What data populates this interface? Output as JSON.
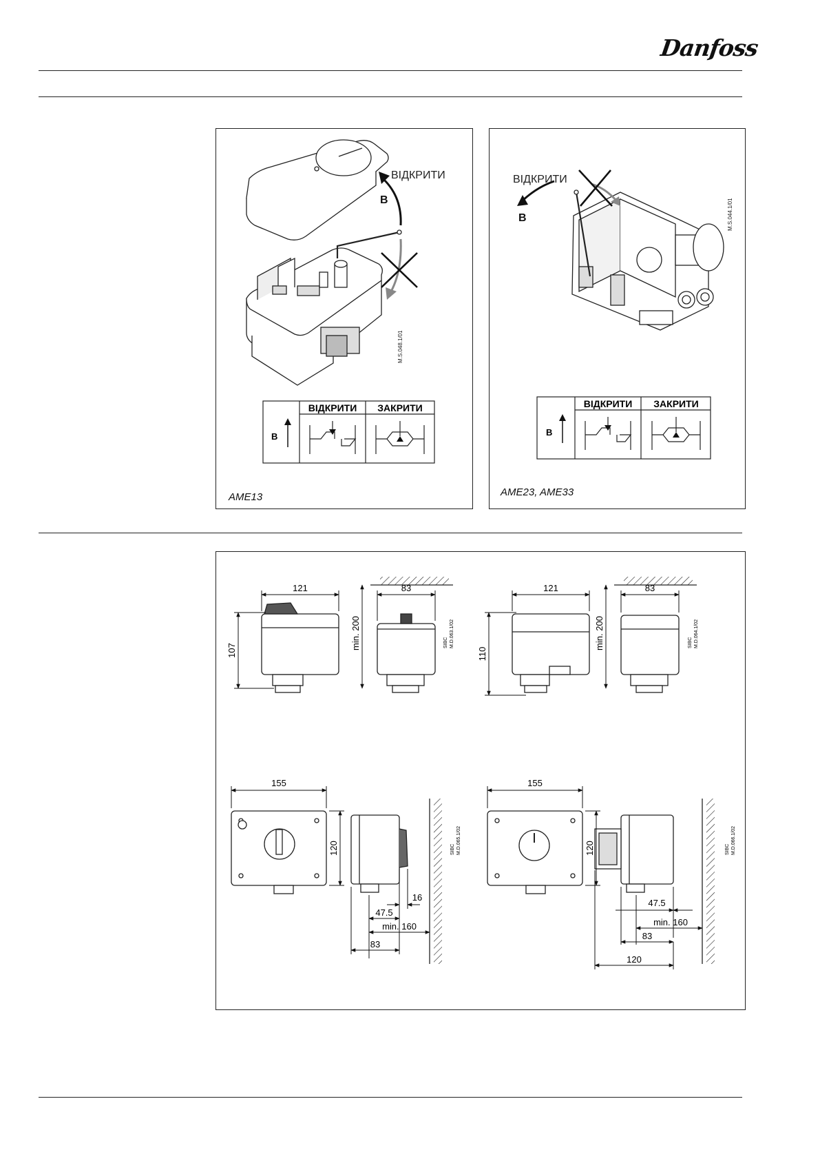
{
  "header": {
    "brand": "Danfoss"
  },
  "manual_override": {
    "ame13": {
      "arrow_label": "ВІДКРИТИ",
      "arrow_letter": "B",
      "table": {
        "letter": "B",
        "open": "ВІДКРИТИ",
        "close": "ЗАКРИТИ"
      },
      "drawing_code": "M.S.048.1/01",
      "caption": "AME13"
    },
    "ame23": {
      "arrow_label": "ВІДКРИТИ",
      "arrow_letter": "B",
      "table": {
        "letter": "B",
        "open": "ВІДКРИТИ",
        "close": "ЗАКРИТИ"
      },
      "drawing_code": "M.S.044.1/01",
      "caption": "AME23, AME33"
    }
  },
  "dimensions": {
    "top_left": {
      "width": "121",
      "height": "107",
      "depth": "83",
      "clearance": "min. 200",
      "code": "SIBC\nM.D.063.1/02"
    },
    "top_right": {
      "width": "121",
      "height": "110",
      "depth": "83",
      "clearance": "min. 200",
      "code": "SIBC\nM.D.064.1/02"
    },
    "bottom_left": {
      "width": "155",
      "height": "120",
      "d16": "16",
      "d47": "47.5",
      "min160": "min. 160",
      "d83": "83",
      "code": "SIBC\nM.D.065.1/02"
    },
    "bottom_right": {
      "width": "155",
      "height": "120",
      "d47": "47.5",
      "min160": "min. 160",
      "d83": "83",
      "d120": "120",
      "code": "SIBC\nM.D.066.1/02"
    }
  }
}
